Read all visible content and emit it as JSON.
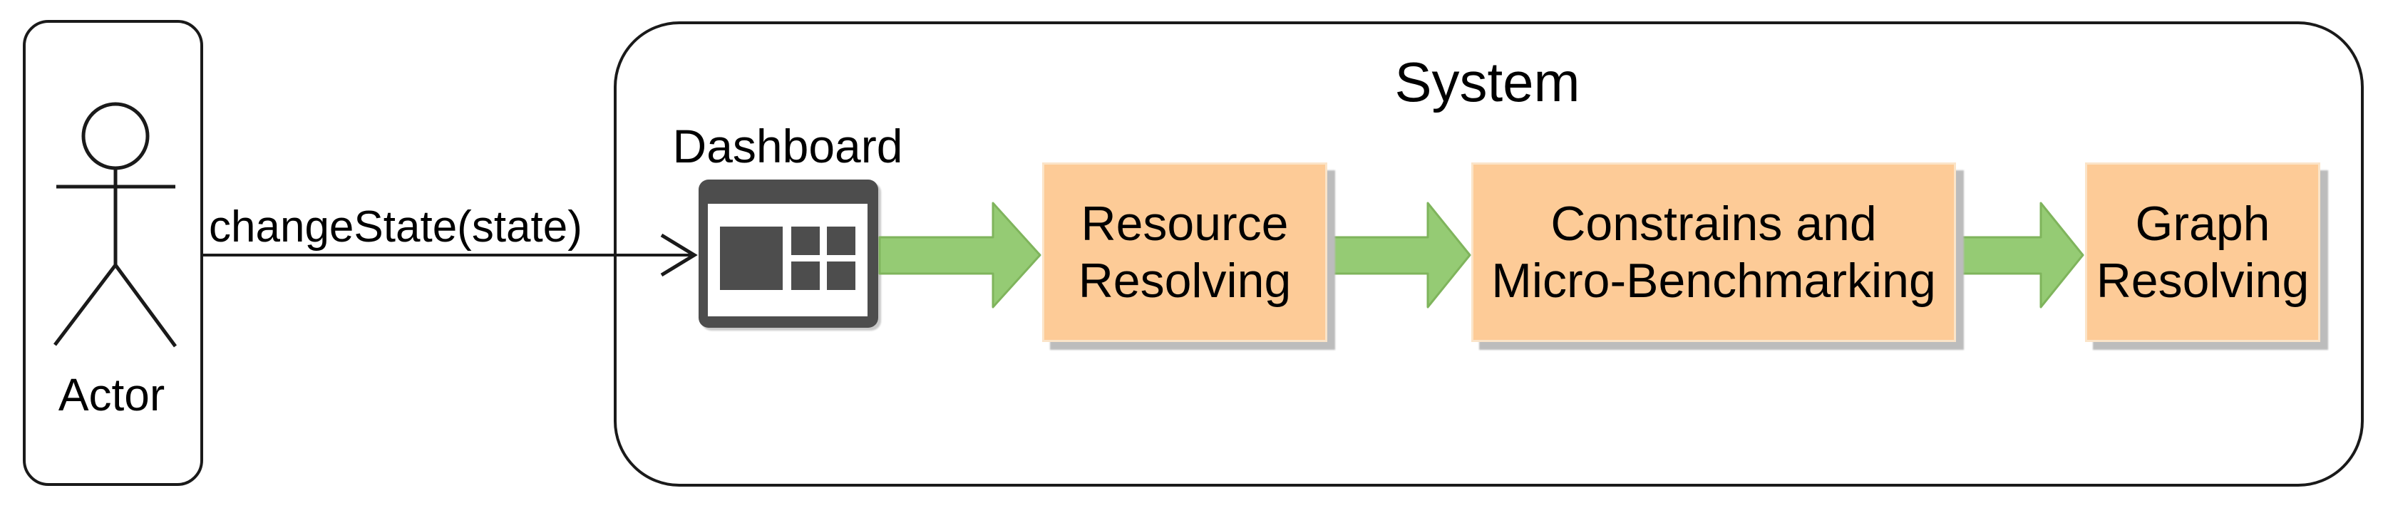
{
  "actor": {
    "label": "Actor"
  },
  "message": {
    "label": "changeState(state)"
  },
  "system": {
    "title": "System",
    "dashboard": {
      "label": "Dashboard"
    },
    "steps": [
      {
        "label": "Resource\nResolving"
      },
      {
        "label": "Constrains and\nMicro-Benchmarking"
      },
      {
        "label": "Graph\nResolving"
      }
    ]
  },
  "colors": {
    "arrow-fill": "#95CB74",
    "arrow-stroke": "#7FB45C",
    "box-fill": "#FDCB97",
    "box-border": "#FBE4C8",
    "box-shadow": "#BCBCBC",
    "icon-gray": "#4D4D4D",
    "line-black": "#1A1A1A",
    "text-black": "#000000"
  }
}
